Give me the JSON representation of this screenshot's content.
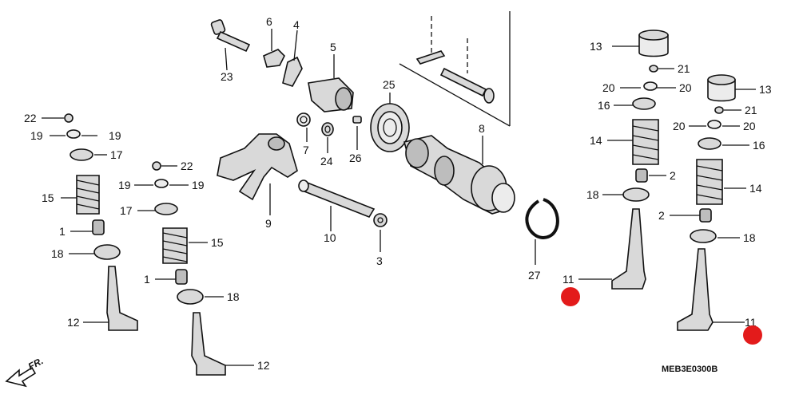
{
  "diagram": {
    "callouts": {
      "c1a": "1",
      "c1b": "1",
      "c2a": "2",
      "c2b": "2",
      "c3": "3",
      "c4": "4",
      "c5": "5",
      "c6": "6",
      "c7": "7",
      "c8": "8",
      "c9": "9",
      "c10": "10",
      "c11a": "11",
      "c11b": "11",
      "c12a": "12",
      "c12b": "12",
      "c13a": "13",
      "c13b": "13",
      "c14a": "14",
      "c14b": "14",
      "c15a": "15",
      "c15b": "15",
      "c16a": "16",
      "c16b": "16",
      "c17a": "17",
      "c17b": "17",
      "c18a": "18",
      "c18b": "18",
      "c18c": "18",
      "c18d": "18",
      "c19a": "19",
      "c19b": "19",
      "c19c": "19",
      "c19d": "19",
      "c20a": "20",
      "c20b": "20",
      "c20c": "20",
      "c20d": "20",
      "c21a": "21",
      "c21b": "21",
      "c22a": "22",
      "c22b": "22",
      "c23": "23",
      "c24": "24",
      "c25": "25",
      "c26": "26",
      "c27": "27"
    },
    "front_label": "FR.",
    "diagram_code": "MEB3E0300B",
    "colors": {
      "line": "#111111",
      "marker": "#e31b1b",
      "metal": "#d9d9d9"
    }
  }
}
